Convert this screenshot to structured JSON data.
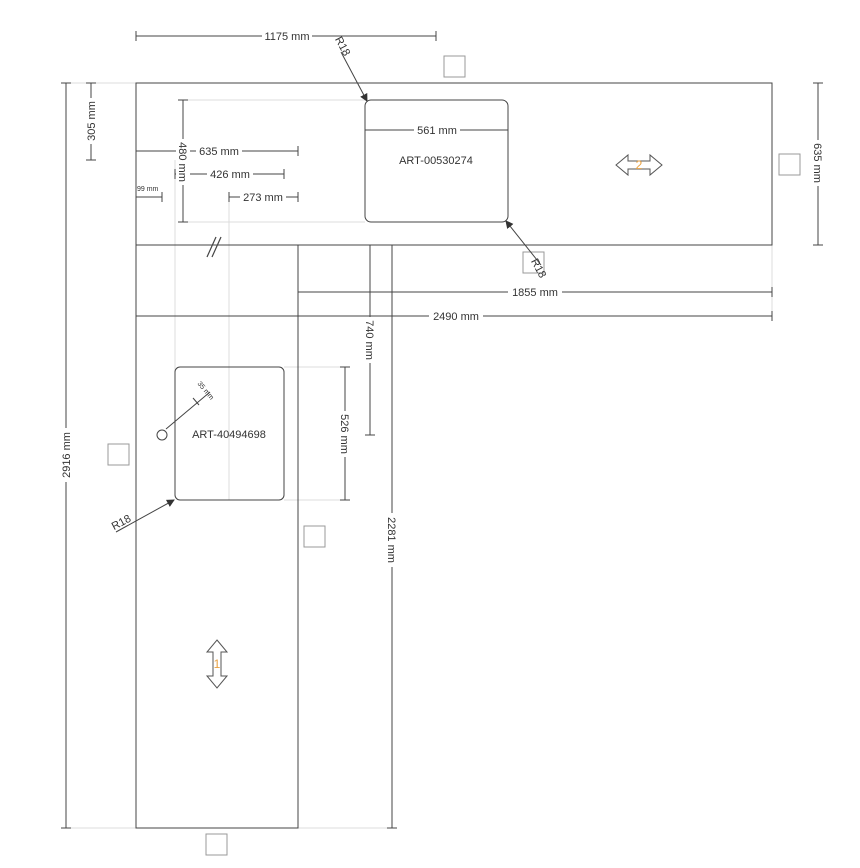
{
  "pieces": [
    {
      "number": "2",
      "color": "#e8a040"
    },
    {
      "number": "1",
      "color": "#e8a040"
    }
  ],
  "sinks": [
    {
      "article": "ART-00530274"
    },
    {
      "article": "ART-40494698"
    }
  ],
  "dimensions": {
    "top_width": "1175 mm",
    "top_depth_right": "635 mm",
    "top_offset_305": "305 mm",
    "sink1_depth": "480 mm",
    "sink1_width": "561 mm",
    "offset_635": "635 mm",
    "offset_426": "426 mm",
    "offset_273": "273 mm",
    "offset_99": "99 mm",
    "length_1855": "1855 mm",
    "length_2490": "2490 mm",
    "length_740": "740 mm",
    "sink2_height": "526 mm",
    "hole_35": "35 mm",
    "length_2281": "2281 mm",
    "total_2916": "2916 mm",
    "radius_top": "R18",
    "radius_sink1_br": "R18",
    "radius_sink2": "R18"
  }
}
